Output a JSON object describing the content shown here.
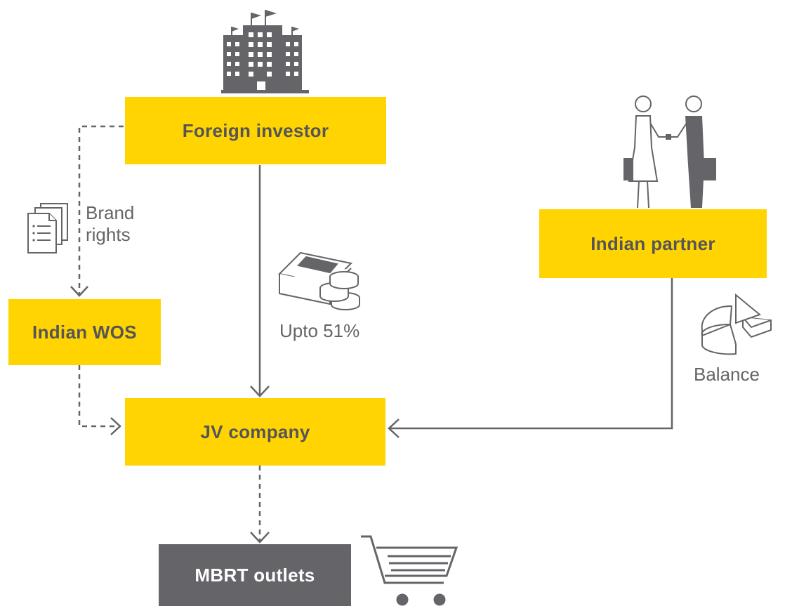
{
  "boxes": {
    "foreign_investor": "Foreign investor",
    "indian_partner": "Indian partner",
    "indian_wos": "Indian WOS",
    "jv_company": "JV company",
    "mbrt_outlets": "MBRT outlets"
  },
  "labels": {
    "brand_rights_line1": "Brand",
    "brand_rights_line2": "rights",
    "upto": "Upto 51%",
    "balance": "Balance"
  },
  "icons": [
    "office-building-icon",
    "handshake-businesspeople-icon",
    "documents-icon",
    "money-stack-coins-icon",
    "pie-chart-icon",
    "shopping-cart-icon"
  ],
  "colors": {
    "box_yellow": "#ffd400",
    "box_dark": "#646469",
    "line": "#646469"
  }
}
